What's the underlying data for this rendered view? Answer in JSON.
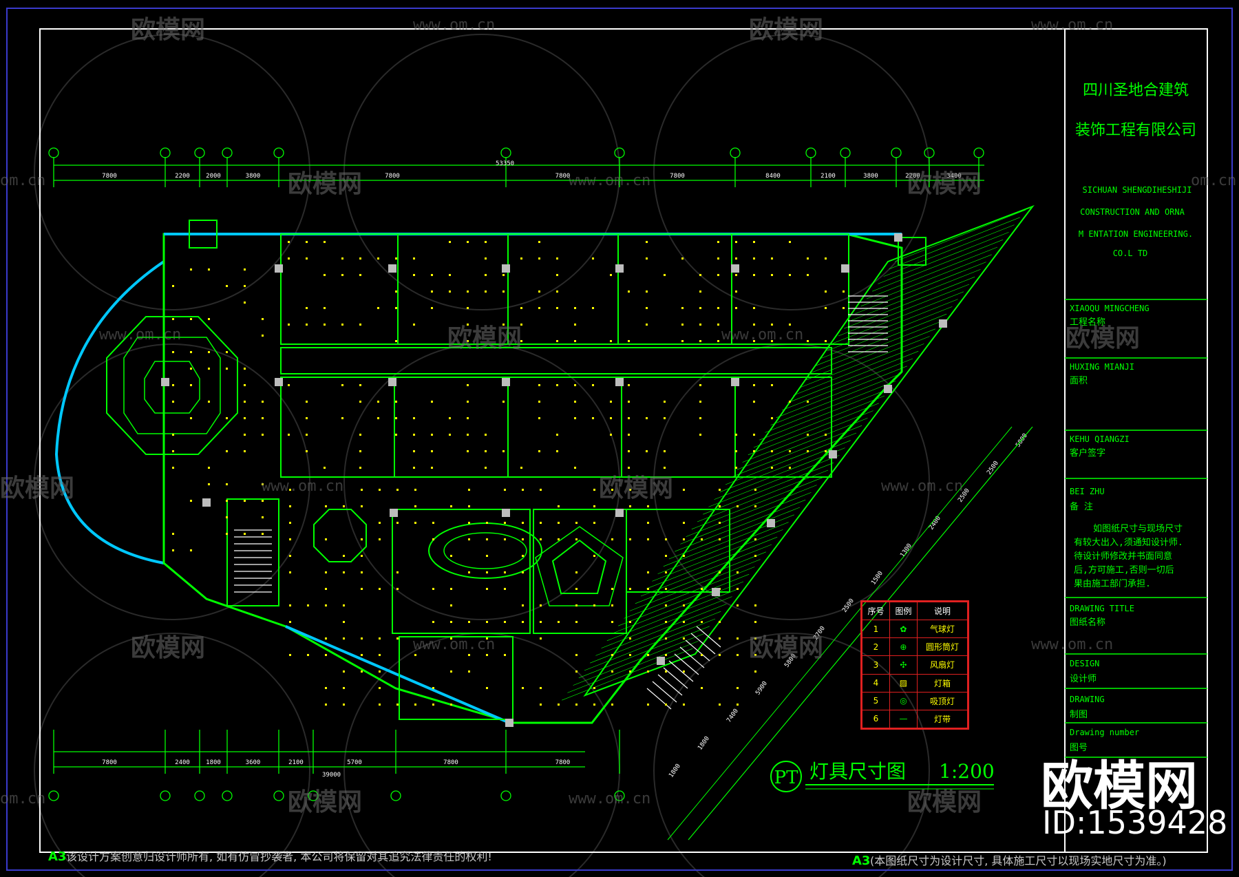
{
  "company": {
    "name_cn_line1": "四川圣地合建筑",
    "name_cn_line2": "装饰工程有限公司",
    "name_en_line1": "SICHUAN SHENGDIHESHIJI",
    "name_en_line2": "CONSTRUCTION AND ORNA",
    "name_en_line3": "M ENTATION ENGINEERING.",
    "name_en_line4": "CO.L  TD"
  },
  "title_block": {
    "project_en": "XIAOQU MINGCHENG",
    "project_cn": "工程名称",
    "area_en": "HUXING MIANJI",
    "area_cn": "面积",
    "client_en": "KEHU QIANGZI",
    "client_cn": "客户签字",
    "remark_en": "BEI ZHU",
    "remark_cn": "备  注",
    "remark_lines": [
      "如图纸尺寸与现场尺寸",
      "有较大出入,须通知设计师.",
      "待设计师修改并书面同意",
      "后,方可施工,否则一切后",
      "果由施工部门承担."
    ],
    "drawing_title_en": "DRAWING TITLE",
    "drawing_title_cn": "图纸名称",
    "design_en": "DESIGN",
    "design_cn": "设计师",
    "drawing_en": "DRAWING",
    "drawing_cn": "制图",
    "number_en": "Drawing number",
    "number_cn": "图号"
  },
  "drawing": {
    "tag": "PT",
    "title": "灯具尺寸图",
    "scale": "1:200"
  },
  "legend": {
    "headers": [
      "序号",
      "图例",
      "说明"
    ],
    "rows": [
      {
        "no": "1",
        "desc": "气球灯"
      },
      {
        "no": "2",
        "desc": "圆形筒灯"
      },
      {
        "no": "3",
        "desc": "风扇灯"
      },
      {
        "no": "4",
        "desc": "灯箱"
      },
      {
        "no": "5",
        "desc": "吸顶灯"
      },
      {
        "no": "6",
        "desc": "灯带"
      }
    ]
  },
  "dimensions": {
    "top_row": [
      "7800",
      "2200",
      "2000",
      "3800",
      "7800",
      "7800",
      "7800",
      "8400",
      "2100",
      "3800",
      "2200",
      "3400"
    ],
    "top_total": "53350",
    "bottom_row": [
      "7800",
      "2400",
      "1800",
      "3600",
      "2100",
      "5700",
      "7800",
      "7800"
    ],
    "bottom_total": "39000",
    "diagonal": [
      "5800",
      "2500",
      "2500",
      "2400",
      "1300",
      "1500",
      "2500",
      "2700",
      "5800",
      "5900",
      "7400",
      "1800",
      "1800"
    ]
  },
  "footer": {
    "sheet_left": "A3",
    "note_left": "该设计方案创意归设计师所有, 如有仿冒抄袭者, 本公司将保留对其追究法律责任的权利!",
    "sheet_right": "A3",
    "note_right": "(本图纸尺寸为设计尺寸, 具体施工尺寸以现场实地尺寸为准。)"
  },
  "watermark": {
    "brand": "欧模网",
    "url": "www.om.cn",
    "url_short": "om.cn",
    "big_logo": "欧模网",
    "id_text": "ID:1539428"
  },
  "colors": {
    "background": "#000000",
    "wall_lines": "#00ff00",
    "fixtures": "#ffff00",
    "glazing": "#00c8ff",
    "frame": "#ffffff",
    "legend_border": "#e02020"
  }
}
